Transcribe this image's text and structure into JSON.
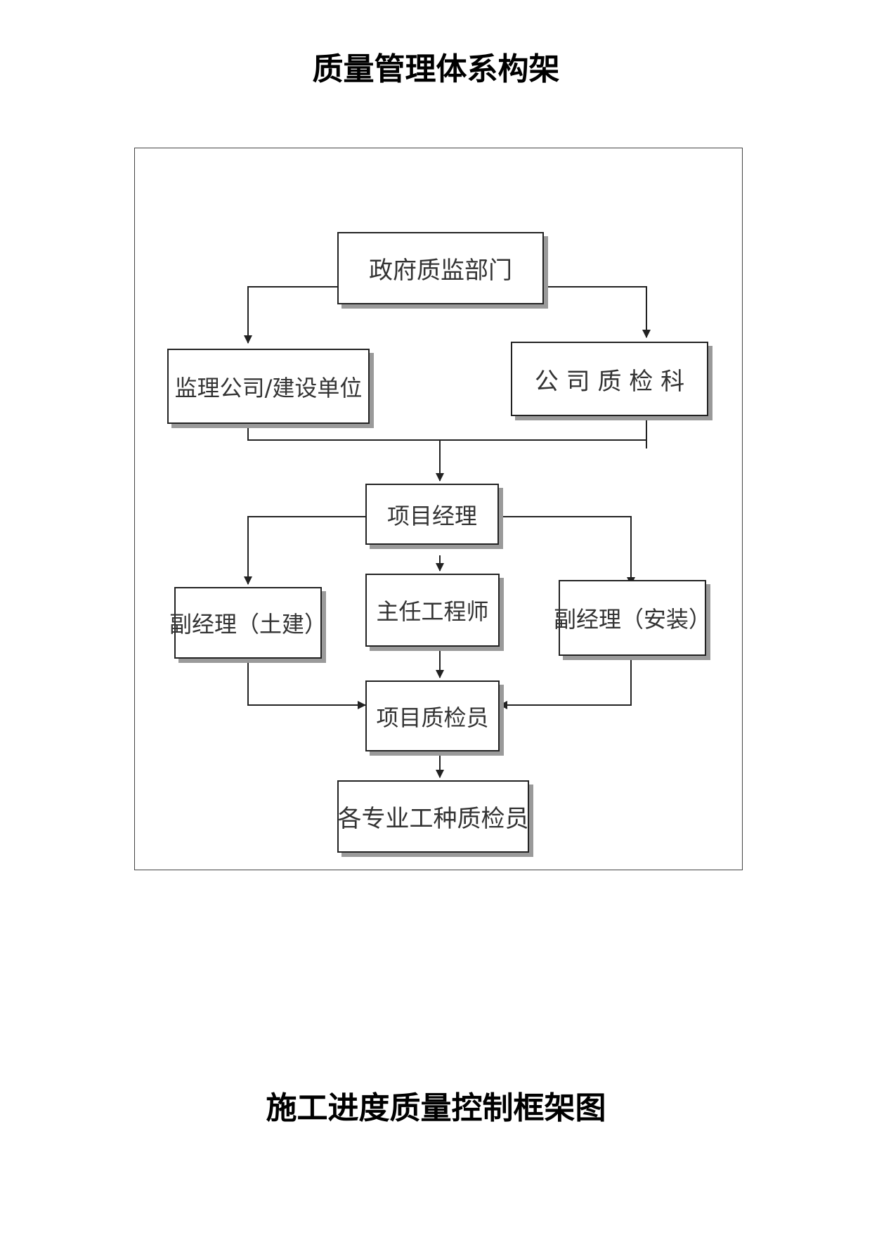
{
  "titles": {
    "main": "质量管理体系构架",
    "second": "施工进度质量控制框架图"
  },
  "diagram": {
    "nodes": {
      "gov": "政府质监部门",
      "supervisor": "监理公司/建设单位",
      "company_qc": "公 司 质 检 科",
      "pm": "项目经理",
      "deputy_civil": "副经理（土建）",
      "chief_engineer": "主任工程师",
      "deputy_install": "副经理（安装）",
      "project_qc": "项目质检员",
      "trade_qc": "各专业工种质检员"
    }
  },
  "colors": {
    "line": "#222222",
    "shadow": "#9a9a9a",
    "text": "#333333"
  }
}
